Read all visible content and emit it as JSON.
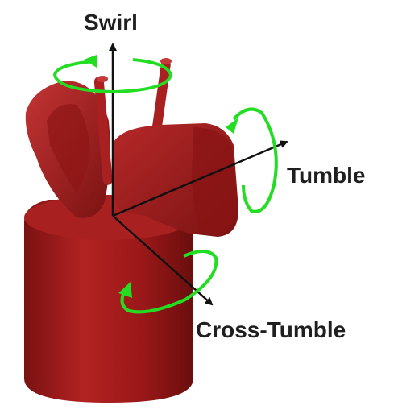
{
  "labels": {
    "swirl": "Swirl",
    "tumble": "Tumble",
    "cross_tumble": "Cross-Tumble"
  },
  "colors": {
    "body": "#9c1a1a",
    "body_dark": "#6e0f0f",
    "body_light": "#c23a3a",
    "arrow": "#22dd22",
    "axis": "#111111"
  }
}
